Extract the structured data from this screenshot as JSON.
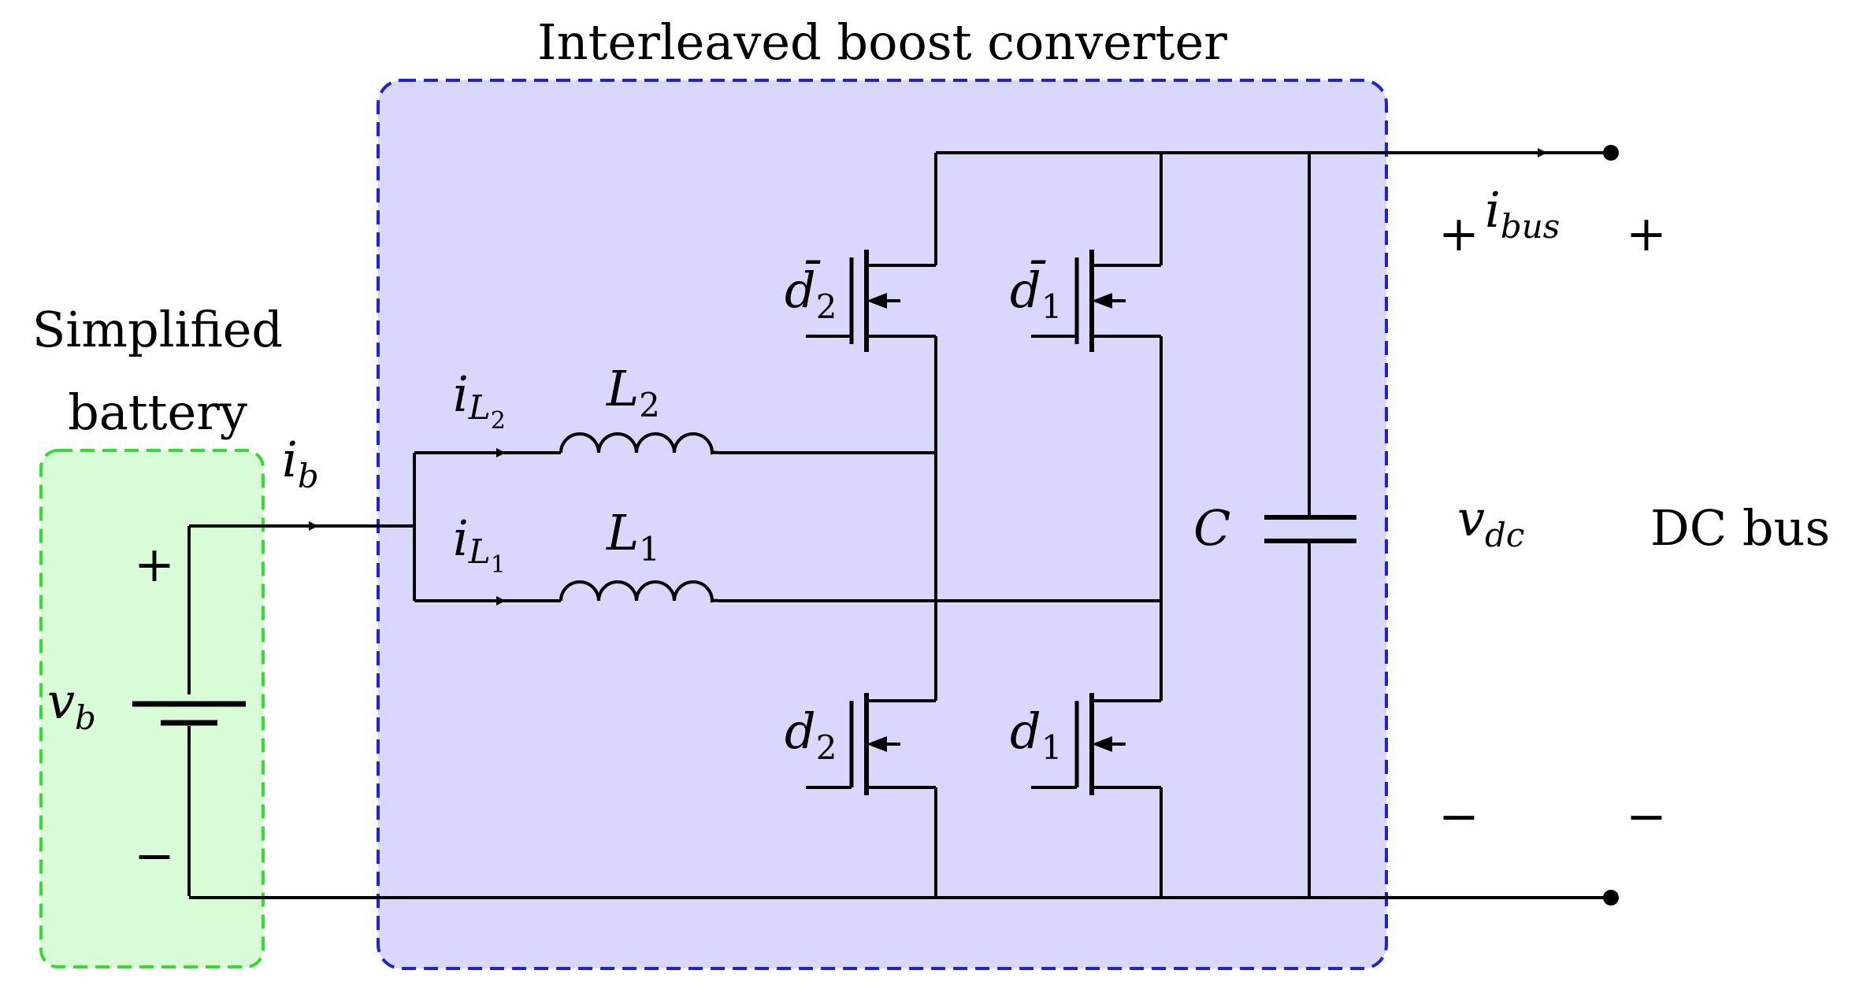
{
  "colors": {
    "battery_fill": "#d8fcd6",
    "battery_border": "#33dd33",
    "converter_fill": "#d8d8fc",
    "converter_border": "#2222cc",
    "wire": "#000000"
  },
  "blocks": {
    "converter_title": "Interleaved boost converter",
    "battery_title_line1": "Simplified",
    "battery_title_line2": "battery",
    "dc_bus": "DC bus"
  },
  "signs": {
    "plus": "+",
    "minus": "−"
  },
  "symbols": {
    "i": "i",
    "b": "b",
    "L": "L",
    "sub1": "1",
    "sub2": "2",
    "d": "d",
    "dbar": "d̄",
    "v": "v",
    "dc": "dc",
    "bus": "bus",
    "C": "C"
  }
}
